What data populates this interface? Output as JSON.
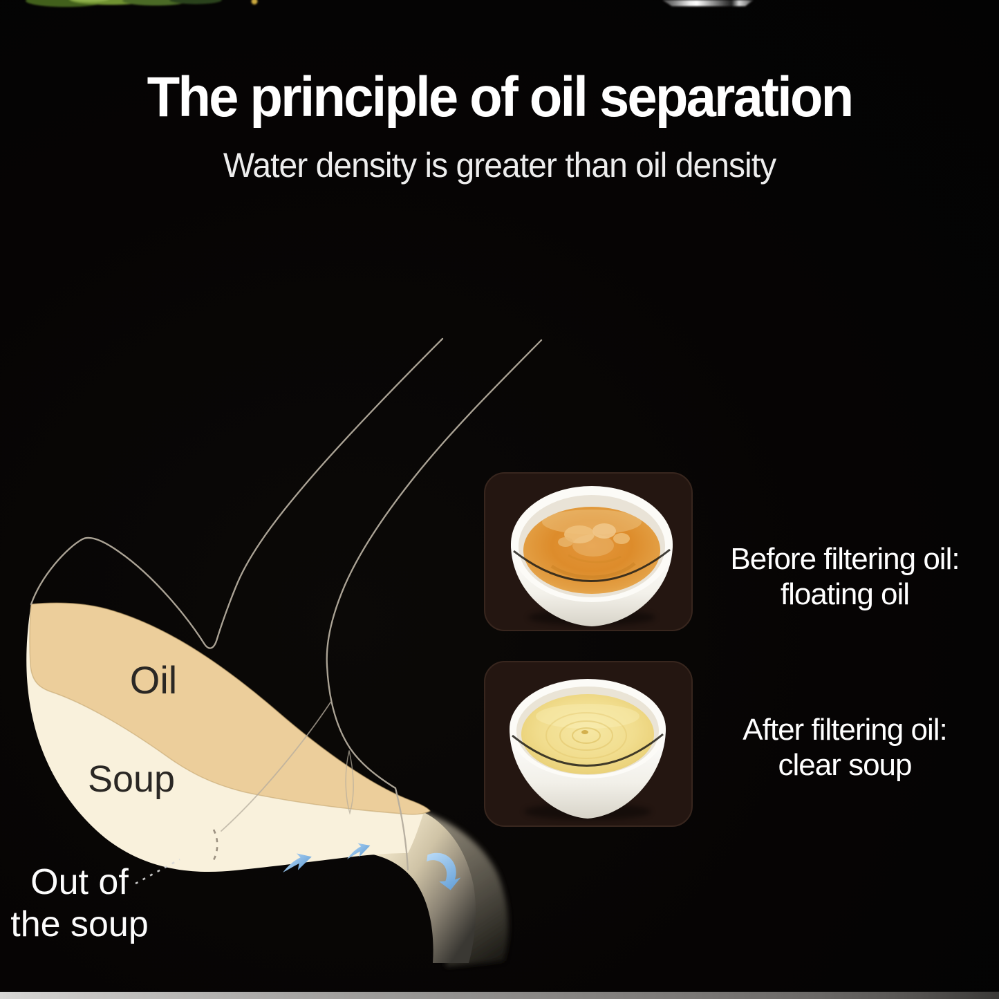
{
  "header": {
    "title": "The principle of oil separation",
    "subtitle": "Water density is greater than oil density"
  },
  "diagram": {
    "oil_label": "Oil",
    "soup_label": "Soup",
    "outflow_line1": "Out of",
    "outflow_line2": "the soup",
    "oil_fill_color": "#ecce9b",
    "soup_fill_color": "#f9f1dc",
    "outline_color": "#b5ad9e",
    "flow_arrow_color": "#8fc1ea"
  },
  "cards": [
    {
      "caption_line1": "Before filtering oil:",
      "caption_line2": "floating oil",
      "bowl_contents": "soup-with-floating-oil",
      "soup_color": "#dd8e2c"
    },
    {
      "caption_line1": "After filtering oil:",
      "caption_line2": "clear soup",
      "bowl_contents": "clear-soup",
      "soup_color": "#f0dc8c"
    }
  ],
  "decor": {
    "top_left_fragment": "green-leaf",
    "top_right_fragment": "metal-utensil",
    "bottom_strip": "brushed-metal",
    "card_background": "#241611"
  }
}
